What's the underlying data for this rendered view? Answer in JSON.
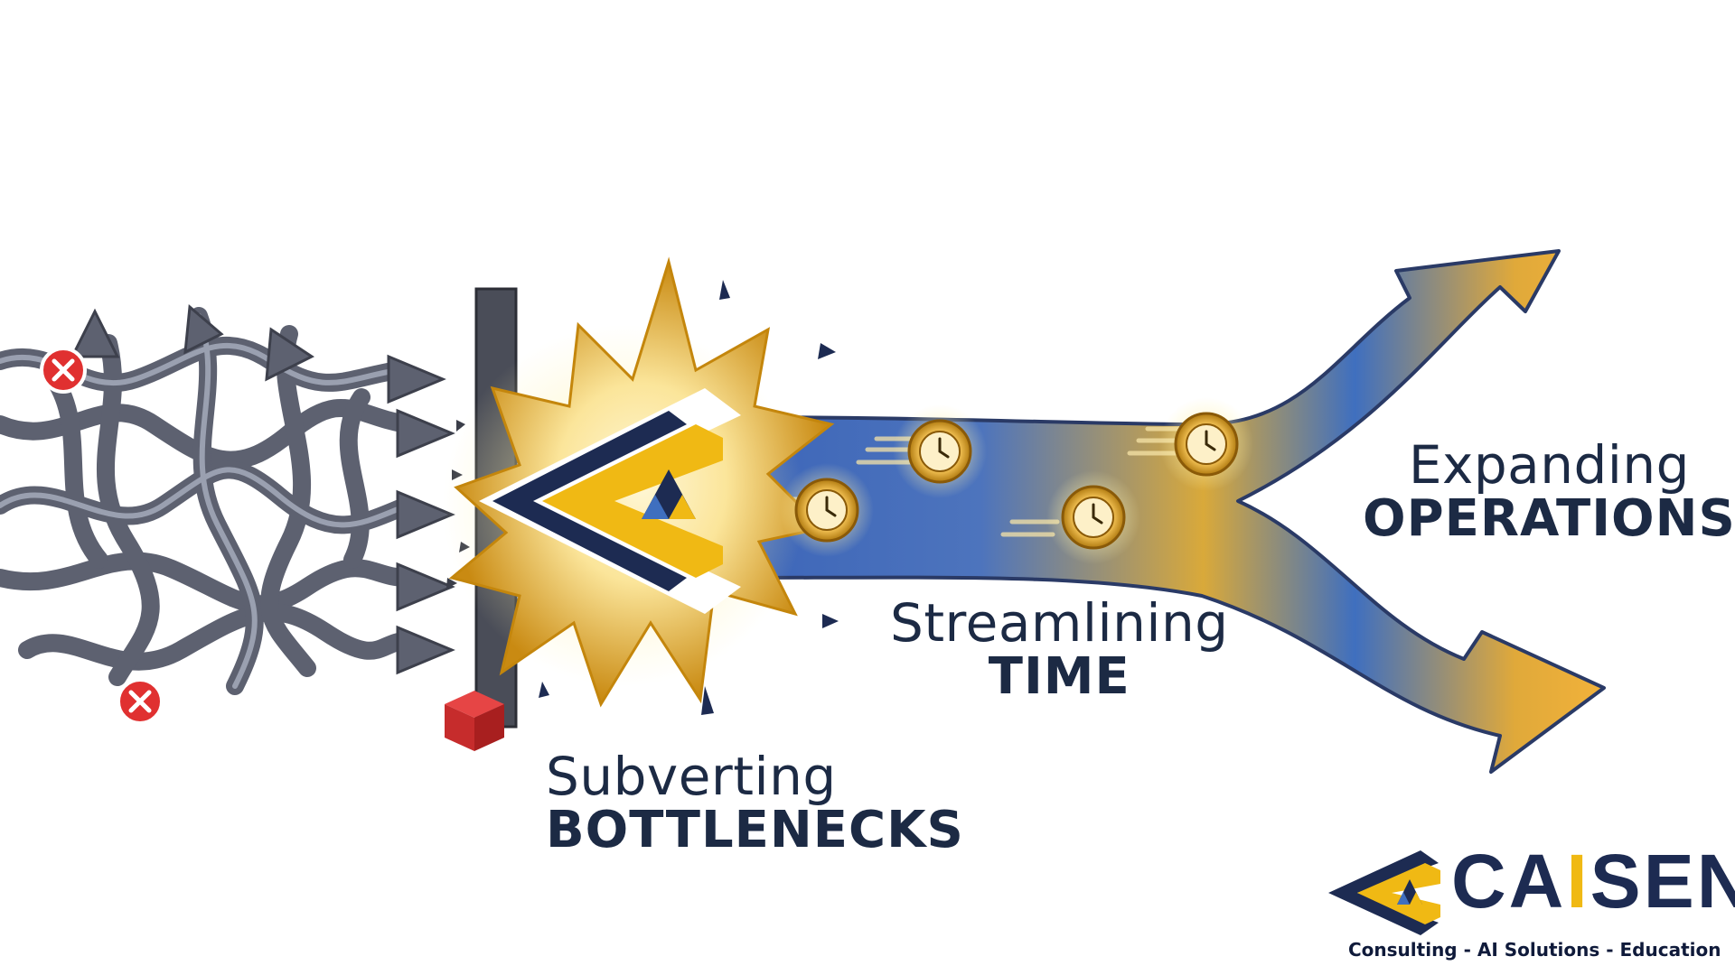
{
  "stages": [
    {
      "id": "bottlenecks",
      "line1": "Subverting",
      "line2": "BOTTLENECKS"
    },
    {
      "id": "time",
      "line1": "Streamlining",
      "line2": "TIME"
    },
    {
      "id": "operations",
      "line1": "Expanding",
      "line2": "OPERATIONS"
    }
  ],
  "brand": {
    "name_part1": "CA",
    "name_part2": "I",
    "name_part3": "SEN",
    "tagline": "Consulting - AI Solutions - Education"
  },
  "icons": {
    "error": "x-circle-icon",
    "blocker": "box-icon",
    "clock": "clock-icon",
    "logo": "caisen-chevron-logo-icon"
  },
  "colors": {
    "navy": "#1d2b52",
    "gold": "#f0b914",
    "blue": "#3f6fbf",
    "tangle_gray": "#5d6170",
    "error_red": "#e03030"
  }
}
